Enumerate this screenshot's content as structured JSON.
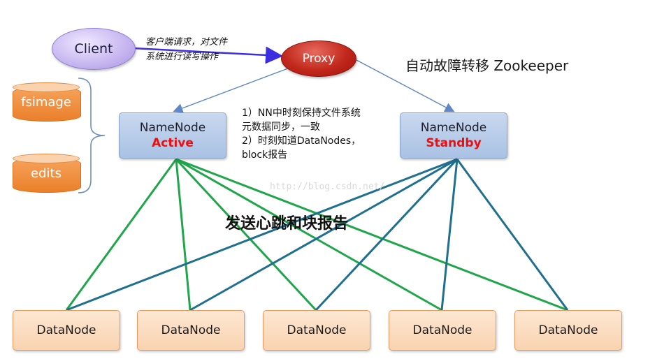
{
  "client": {
    "label": "Client"
  },
  "proxy": {
    "label": "Proxy"
  },
  "request_note": {
    "line1": "客户端请求，对文件",
    "line2": "系统进行读写操作"
  },
  "zookeeper_label": "自动故障转移 Zookeeper",
  "namenodes": {
    "active": {
      "title": "NameNode",
      "state": "Active"
    },
    "standby": {
      "title": "NameNode",
      "state": "Standby"
    }
  },
  "nn_note": {
    "line1": "1）NN中时刻保持文件系统",
    "line2": "元数据同步，一致",
    "line3": "2）时刻知道DataNodes，",
    "line4": "block报告"
  },
  "storage": {
    "fsimage": "fsimage",
    "edits": "edits"
  },
  "watermark": "http://blog.csdn.net/",
  "heartbeat_label": "发送心跳和块报告",
  "datanodes": [
    "DataNode",
    "DataNode",
    "DataNode",
    "DataNode",
    "DataNode"
  ],
  "colors": {
    "active_links": "#1fa64a",
    "standby_links": "#1f6f8f",
    "proxy_links": "#5f86c6",
    "client_link": "#3b2ee0",
    "bracket": "#6f8fb8"
  }
}
